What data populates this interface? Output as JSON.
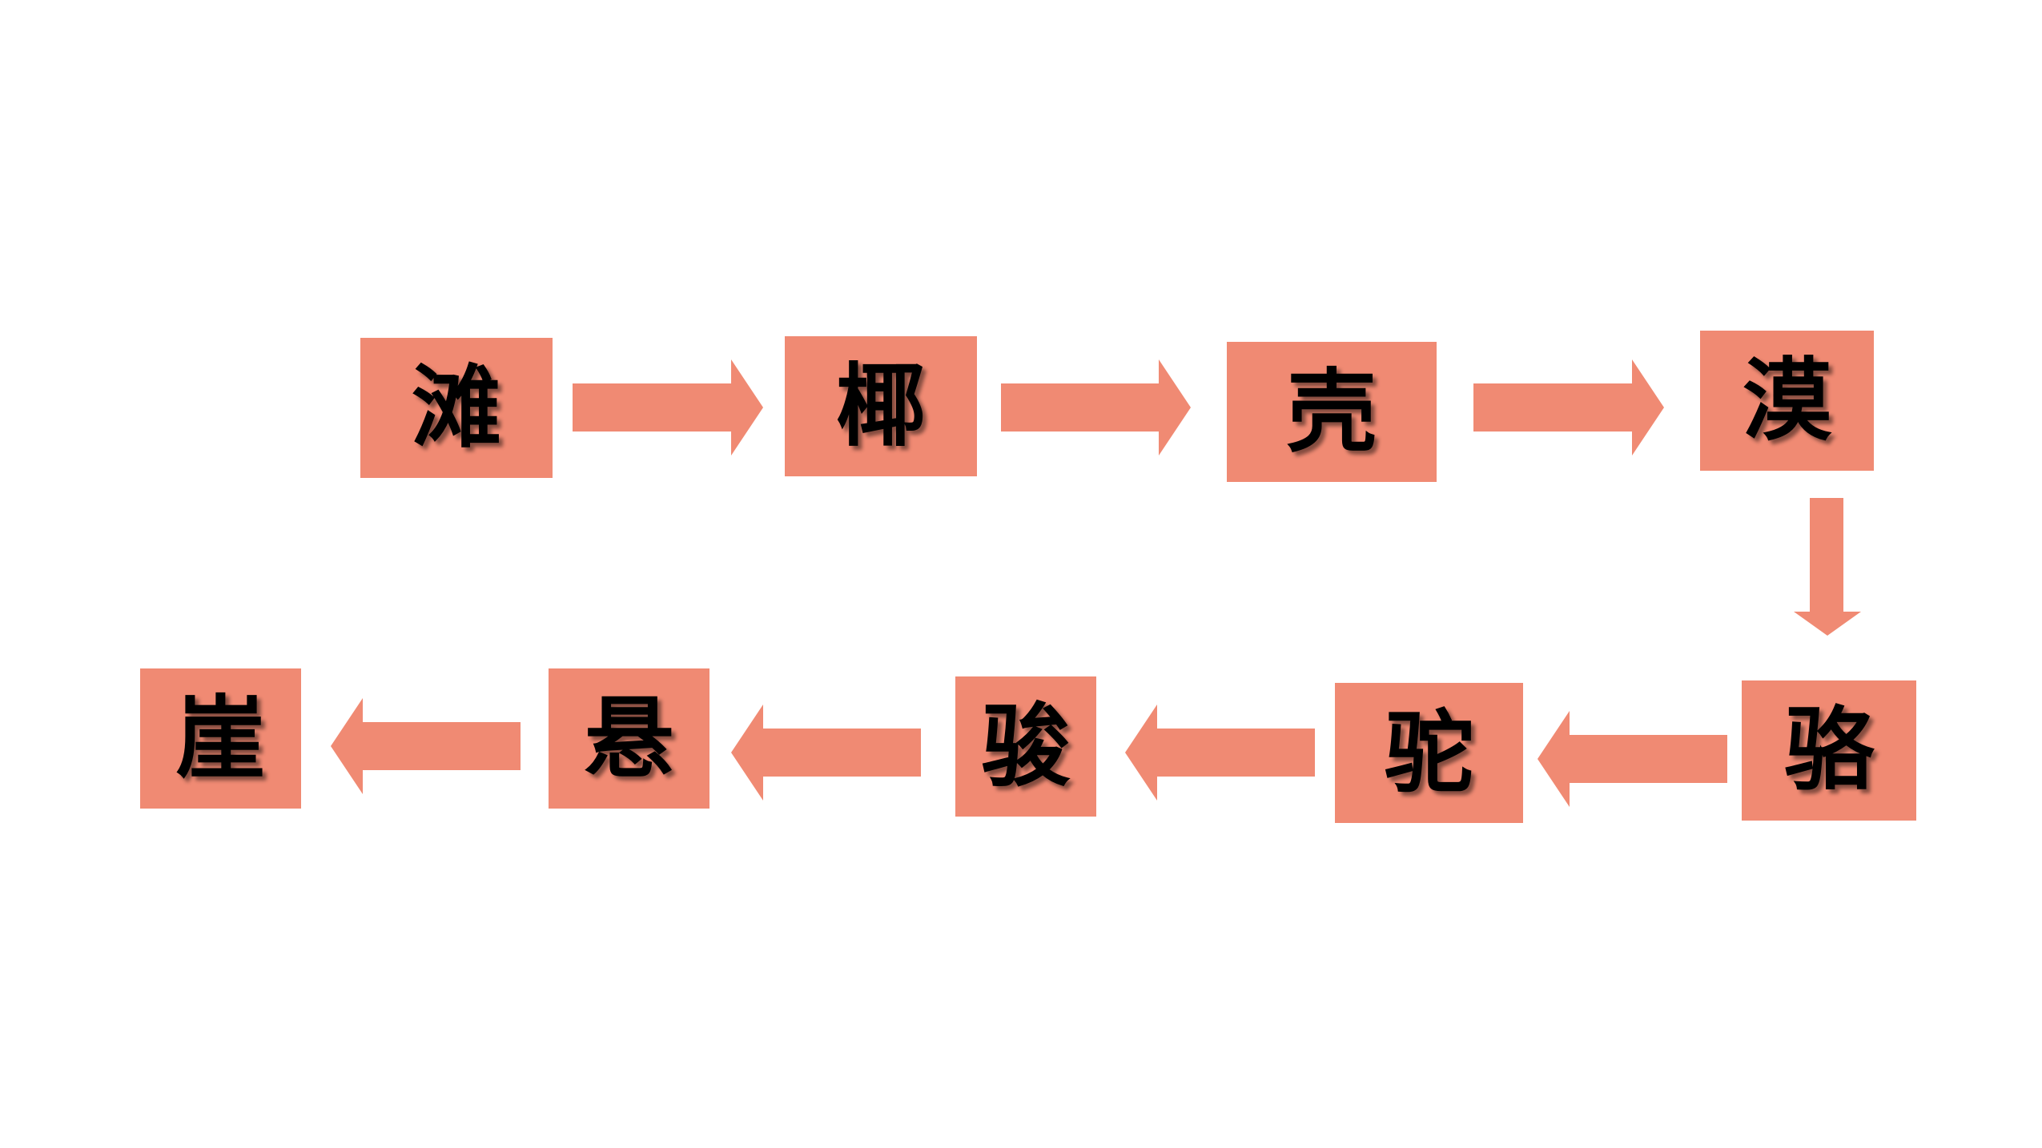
{
  "diagram": {
    "nodes": [
      {
        "id": "n1",
        "text": "滩"
      },
      {
        "id": "n2",
        "text": "椰"
      },
      {
        "id": "n3",
        "text": "壳"
      },
      {
        "id": "n4",
        "text": "漠"
      },
      {
        "id": "n5",
        "text": "骆"
      },
      {
        "id": "n6",
        "text": "驼"
      },
      {
        "id": "n7",
        "text": "骏"
      },
      {
        "id": "n8",
        "text": "悬"
      },
      {
        "id": "n9",
        "text": "崖"
      }
    ],
    "edges": [
      {
        "from": "n1",
        "to": "n2"
      },
      {
        "from": "n2",
        "to": "n3"
      },
      {
        "from": "n3",
        "to": "n4"
      },
      {
        "from": "n4",
        "to": "n5"
      },
      {
        "from": "n5",
        "to": "n6"
      },
      {
        "from": "n6",
        "to": "n7"
      },
      {
        "from": "n7",
        "to": "n8"
      },
      {
        "from": "n8",
        "to": "n9"
      }
    ],
    "colors": {
      "box_fill": "#f08a73",
      "arrow_fill": "#f08a73",
      "text": "#000000",
      "background": "#ffffff"
    }
  }
}
